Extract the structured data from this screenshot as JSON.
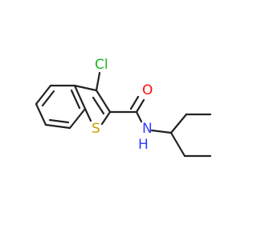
{
  "molecule": {
    "atoms": {
      "cl": {
        "text": "Cl",
        "color": "#1db31d"
      },
      "o": {
        "text": "O",
        "color": "#ff0d0d"
      },
      "s": {
        "text": "S",
        "color": "#c8a000"
      },
      "n": {
        "text": "N",
        "color": "#2e3bff"
      },
      "h": {
        "text": "H",
        "color": "#2e3bff"
      }
    },
    "bond_color": "#222222"
  }
}
